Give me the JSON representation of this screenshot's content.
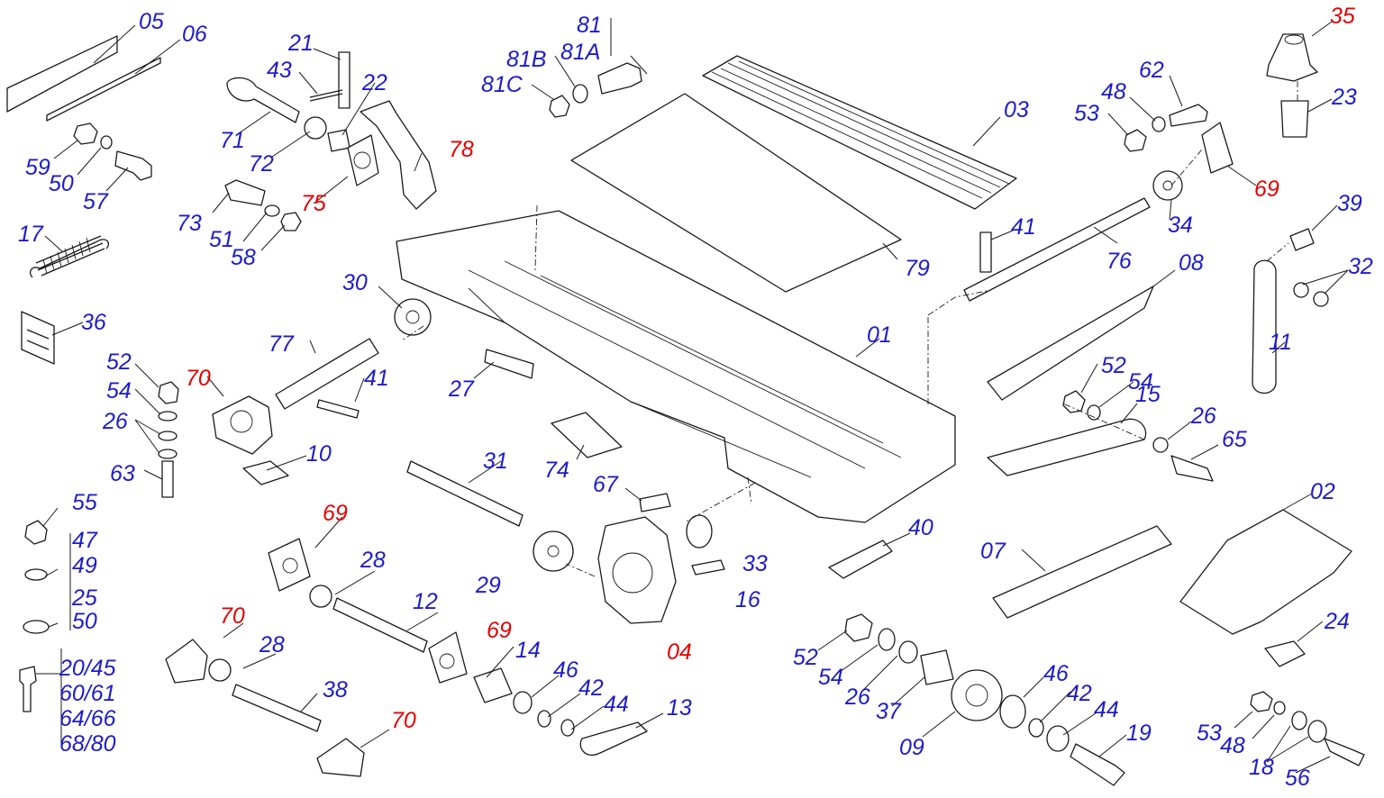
{
  "colors": {
    "standard": "#1c1ccc",
    "highlight": "#e60000",
    "lines": "#1a1a1a"
  },
  "callouts": [
    {
      "text": "05",
      "color": "blue"
    },
    {
      "text": "06",
      "color": "blue"
    },
    {
      "text": "59",
      "color": "blue"
    },
    {
      "text": "50",
      "color": "blue"
    },
    {
      "text": "57",
      "color": "blue"
    },
    {
      "text": "17",
      "color": "blue"
    },
    {
      "text": "36",
      "color": "blue"
    },
    {
      "text": "52",
      "color": "blue"
    },
    {
      "text": "54",
      "color": "blue"
    },
    {
      "text": "26",
      "color": "blue"
    },
    {
      "text": "63",
      "color": "blue"
    },
    {
      "text": "70",
      "color": "red"
    },
    {
      "text": "10",
      "color": "blue"
    },
    {
      "text": "55",
      "color": "blue"
    },
    {
      "text": "47",
      "color": "blue"
    },
    {
      "text": "49",
      "color": "blue"
    },
    {
      "text": "25",
      "color": "blue"
    },
    {
      "text": "50",
      "color": "blue"
    },
    {
      "text": "20/45",
      "color": "blue"
    },
    {
      "text": "60/61",
      "color": "blue"
    },
    {
      "text": "64/66",
      "color": "blue"
    },
    {
      "text": "68/80",
      "color": "blue"
    },
    {
      "text": "21",
      "color": "blue"
    },
    {
      "text": "43",
      "color": "blue"
    },
    {
      "text": "22",
      "color": "blue"
    },
    {
      "text": "71",
      "color": "blue"
    },
    {
      "text": "72",
      "color": "blue"
    },
    {
      "text": "78",
      "color": "red"
    },
    {
      "text": "73",
      "color": "blue"
    },
    {
      "text": "75",
      "color": "red"
    },
    {
      "text": "51",
      "color": "blue"
    },
    {
      "text": "58",
      "color": "blue"
    },
    {
      "text": "30",
      "color": "blue"
    },
    {
      "text": "77",
      "color": "blue"
    },
    {
      "text": "41",
      "color": "blue"
    },
    {
      "text": "27",
      "color": "blue"
    },
    {
      "text": "31",
      "color": "blue"
    },
    {
      "text": "74",
      "color": "blue"
    },
    {
      "text": "67",
      "color": "blue"
    },
    {
      "text": "69",
      "color": "red"
    },
    {
      "text": "28",
      "color": "blue"
    },
    {
      "text": "29",
      "color": "blue"
    },
    {
      "text": "33",
      "color": "blue"
    },
    {
      "text": "16",
      "color": "blue"
    },
    {
      "text": "04",
      "color": "red"
    },
    {
      "text": "12",
      "color": "blue"
    },
    {
      "text": "70",
      "color": "red"
    },
    {
      "text": "28",
      "color": "blue"
    },
    {
      "text": "69",
      "color": "red"
    },
    {
      "text": "38",
      "color": "blue"
    },
    {
      "text": "70",
      "color": "red"
    },
    {
      "text": "14",
      "color": "blue"
    },
    {
      "text": "46",
      "color": "blue"
    },
    {
      "text": "42",
      "color": "blue"
    },
    {
      "text": "44",
      "color": "blue"
    },
    {
      "text": "13",
      "color": "blue"
    },
    {
      "text": "81",
      "color": "blue"
    },
    {
      "text": "81B",
      "color": "blue"
    },
    {
      "text": "81A",
      "color": "blue"
    },
    {
      "text": "81C",
      "color": "blue"
    },
    {
      "text": "03",
      "color": "blue"
    },
    {
      "text": "79",
      "color": "blue"
    },
    {
      "text": "01",
      "color": "blue"
    },
    {
      "text": "40",
      "color": "blue"
    },
    {
      "text": "07",
      "color": "blue"
    },
    {
      "text": "35",
      "color": "red"
    },
    {
      "text": "23",
      "color": "blue"
    },
    {
      "text": "62",
      "color": "blue"
    },
    {
      "text": "48",
      "color": "blue"
    },
    {
      "text": "53",
      "color": "blue"
    },
    {
      "text": "69",
      "color": "red"
    },
    {
      "text": "34",
      "color": "blue"
    },
    {
      "text": "41",
      "color": "blue"
    },
    {
      "text": "76",
      "color": "blue"
    },
    {
      "text": "08",
      "color": "blue"
    },
    {
      "text": "39",
      "color": "blue"
    },
    {
      "text": "32",
      "color": "blue"
    },
    {
      "text": "11",
      "color": "blue"
    },
    {
      "text": "52",
      "color": "blue"
    },
    {
      "text": "54",
      "color": "blue"
    },
    {
      "text": "15",
      "color": "blue"
    },
    {
      "text": "26",
      "color": "blue"
    },
    {
      "text": "65",
      "color": "blue"
    },
    {
      "text": "02",
      "color": "blue"
    },
    {
      "text": "24",
      "color": "blue"
    },
    {
      "text": "52",
      "color": "blue"
    },
    {
      "text": "54",
      "color": "blue"
    },
    {
      "text": "26",
      "color": "blue"
    },
    {
      "text": "37",
      "color": "blue"
    },
    {
      "text": "09",
      "color": "blue"
    },
    {
      "text": "46",
      "color": "blue"
    },
    {
      "text": "42",
      "color": "blue"
    },
    {
      "text": "44",
      "color": "blue"
    },
    {
      "text": "19",
      "color": "blue"
    },
    {
      "text": "53",
      "color": "blue"
    },
    {
      "text": "48",
      "color": "blue"
    },
    {
      "text": "18",
      "color": "blue"
    },
    {
      "text": "56",
      "color": "blue"
    }
  ]
}
